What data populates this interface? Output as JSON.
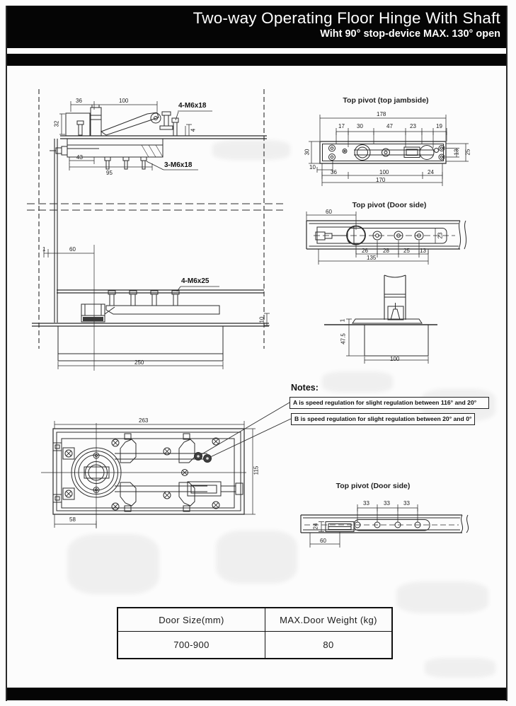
{
  "header": {
    "title": "Two-way Operating Floor Hinge With Shaft",
    "subtitle": "Wiht 90° stop-device MAX. 130° open"
  },
  "side_view": {
    "label_screw_top": "4-M6x18",
    "label_screw_jamb": "3-M6x18",
    "label_screw_floor": "4-M6x25",
    "dim_top_a": "36",
    "dim_top_b": "100",
    "dim_block_h": "32",
    "dim_plate_h": "4",
    "dim_jamb_a": "43",
    "dim_jamb_b": "95",
    "dim_pivot_a": "1",
    "dim_pivot_b": "60",
    "dim_floor_t": "10",
    "dim_box_w": "250"
  },
  "top_pivot_jamb": {
    "title": "Top pivot (top jambside)",
    "dim_total": "178",
    "dim_a": "17",
    "dim_b": "30",
    "dim_c": "47",
    "dim_d": "23",
    "dim_e": "19",
    "dim_h": "30",
    "dim_step": "10",
    "dim_f": "36",
    "dim_g": "100",
    "dim_i": "24",
    "dim_total2": "170",
    "dim_r1": "13",
    "dim_r2": "25"
  },
  "top_pivot_door_mid": {
    "title": "Top pivot (Door side)",
    "dim_left": "60",
    "dim_h": "23",
    "dim_a": "26",
    "dim_b": "28",
    "dim_c": "25",
    "dim_d": "13",
    "dim_total": "135"
  },
  "shaft_view": {
    "dim_plate": "1",
    "dim_depth": "47.5",
    "dim_w": "100"
  },
  "notes": {
    "heading": "Notes:",
    "note_a": "A is speed regulation for slight regulation between 116°  and 20°",
    "note_b": "B is speed regulation for slight regulation between 20°  and 0°"
  },
  "plan_view": {
    "dim_w": "263",
    "dim_h": "115",
    "dim_pivot": "58"
  },
  "top_pivot_door_bottom": {
    "title": "Top pivot (Door side)",
    "dim_a": "33",
    "dim_b": "33",
    "dim_c": "33",
    "dim_h": "24",
    "dim_left": "60"
  },
  "table": {
    "headers": [
      "Door Size(mm)",
      "MAX.Door Weight (kg)"
    ],
    "rows": [
      [
        "700-900",
        "80"
      ]
    ]
  }
}
